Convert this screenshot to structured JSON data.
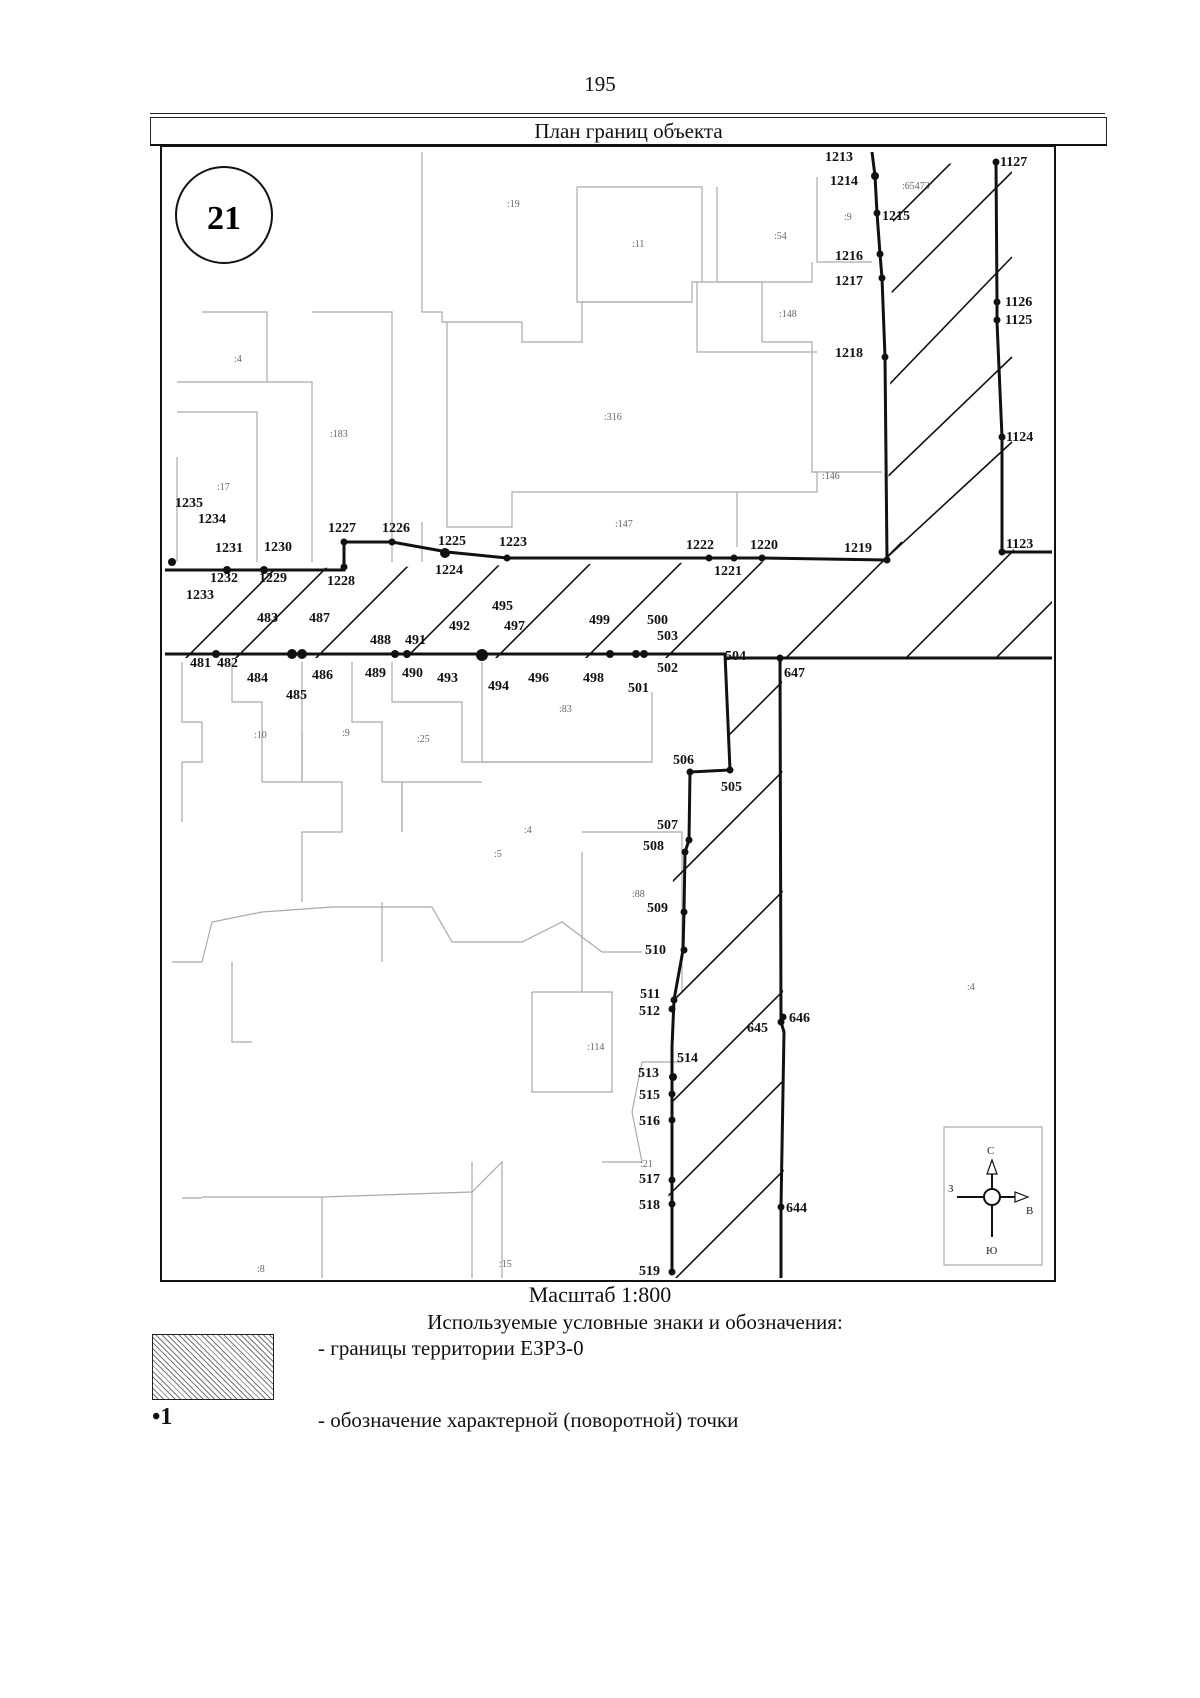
{
  "page_number": "195",
  "plan_title": "План границ объекта",
  "sheet_number": "21",
  "scale": "Масштаб 1:800",
  "legend": {
    "title": "Используемые условные знаки и обозначения:",
    "items": [
      {
        "symbol": "hatch",
        "text": "- границы территории ЕЗРЗ-0"
      },
      {
        "symbol": "•1",
        "text": "- обозначение характерной (поворотной) точки"
      }
    ]
  },
  "compass": {
    "north": "С",
    "south": "Ю",
    "west": "З",
    "east": "В"
  },
  "plot_labels": [
    ":19",
    ":11",
    ":54",
    ":9",
    ":65473",
    ":148",
    ":4",
    ":183",
    ":316",
    ":17",
    ":146",
    ":147",
    ":10",
    ":9",
    ":25",
    ":83",
    ":4",
    ":5",
    ":88",
    ":114",
    ":4",
    ":21",
    ":15",
    ":8"
  ],
  "points": [
    "1213",
    "1214",
    "1215",
    "1216",
    "1217",
    "1218",
    "1127",
    "1126",
    "1125",
    "1124",
    "1123",
    "1219",
    "1220",
    "1221",
    "1222",
    "1223",
    "1224",
    "1225",
    "1226",
    "1227",
    "1228",
    "1229",
    "1230",
    "1231",
    "1232",
    "1233",
    "1234",
    "1235",
    "481",
    "482",
    "483",
    "484",
    "485",
    "486",
    "487",
    "488",
    "489",
    "490",
    "491",
    "492",
    "493",
    "494",
    "495",
    "496",
    "497",
    "498",
    "499",
    "500",
    "501",
    "502",
    "503",
    "504",
    "505",
    "506",
    "507",
    "508",
    "509",
    "510",
    "511",
    "512",
    "513",
    "514",
    "515",
    "516",
    "517",
    "518",
    "519",
    "644",
    "645",
    "646",
    "647"
  ]
}
